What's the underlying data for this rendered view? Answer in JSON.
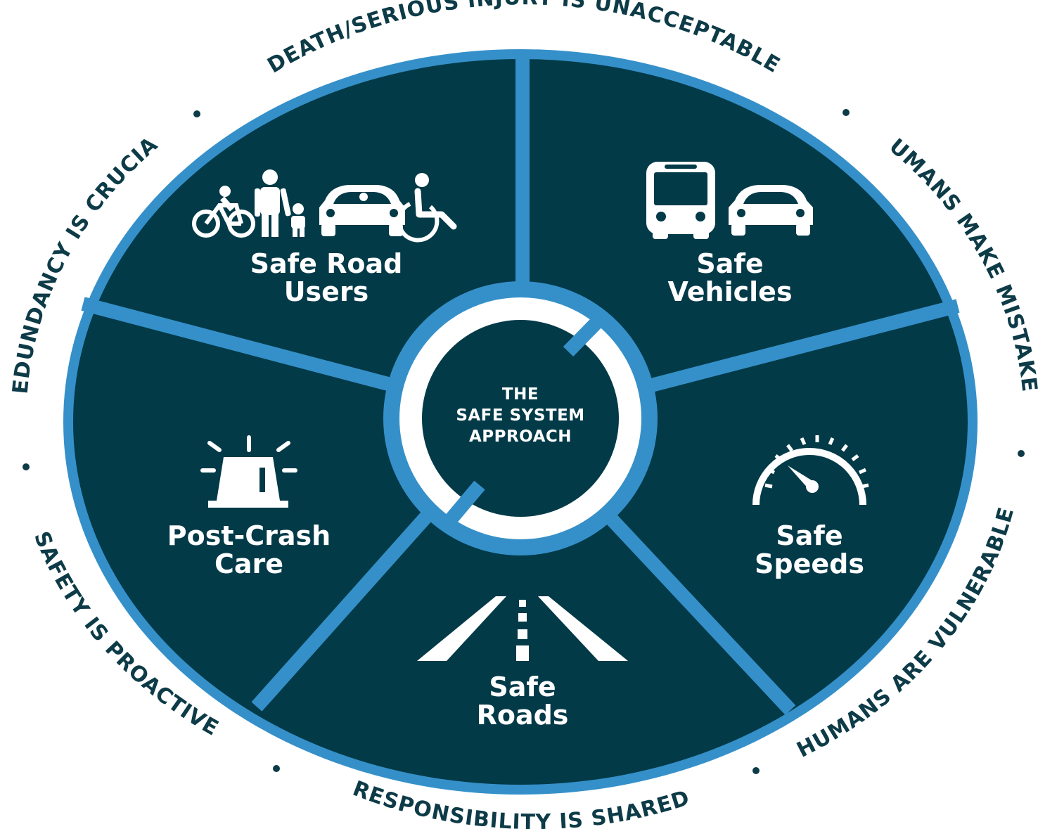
{
  "center": {
    "line1": "THE",
    "line2": "SAFE SYSTEM",
    "line3": "APPROACH"
  },
  "segments": [
    {
      "line1": "Safe Road",
      "line2": "Users",
      "icons": [
        "bicycle-icon",
        "adult-child-icon",
        "car-icon",
        "wheelchair-icon"
      ]
    },
    {
      "line1": "Safe",
      "line2": "Vehicles",
      "icons": [
        "bus-icon",
        "car-icon"
      ]
    },
    {
      "line1": "Safe",
      "line2": "Speeds",
      "icons": [
        "speedometer-icon"
      ]
    },
    {
      "line1": "Safe",
      "line2": "Roads",
      "icons": [
        "road-icon"
      ]
    },
    {
      "line1": "Post-Crash",
      "line2": "Care",
      "icons": [
        "emergency-light-icon"
      ]
    }
  ],
  "principles": [
    "DEATH/SERIOUS INJURY IS UNACCEPTABLE",
    "HUMANS MAKE MISTAKES",
    "HUMANS ARE VULNERABLE",
    "RESPONSIBILITY IS SHARED",
    "SAFETY IS PROACTIVE",
    "REDUNDANCY IS CRUCIAL"
  ],
  "colors": {
    "segment_fill": "#023a48",
    "ring_blue": "#3590c9",
    "text_dark": "#0d3b47",
    "icon_white": "#ffffff"
  }
}
